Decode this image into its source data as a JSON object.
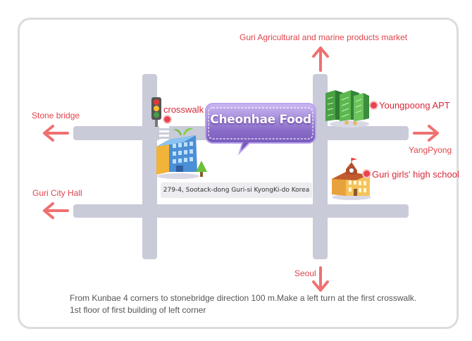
{
  "map": {
    "business_name": "Cheonhae Food",
    "address": "279-4, Sootack-dong Guri-si KyongKi-do Korea",
    "directions_line1": "From Kunbae 4 corners to stonebridge direction 100 m.Make a left turn at the first crosswalk.",
    "directions_line2": "1st floor of first building of left corner",
    "labels": {
      "north": "Guri Agricultural and marine products market",
      "west_upper": "Stone bridge",
      "west_lower": "Guri City Hall",
      "east": "YangPyong",
      "south": "Seoul",
      "crosswalk": "crosswalk",
      "apartment": "Youngpoong APT",
      "school": "Guri girls' high school"
    },
    "colors": {
      "road": "#c9cbd8",
      "arrow": "#f07070",
      "label": "#e0454c",
      "bubble": "#8a6cc8"
    },
    "icons": [
      "traffic-light-icon",
      "office-building-icon",
      "apartment-building-icon",
      "school-building-icon",
      "tree-icon",
      "location-pin-icon",
      "arrow-icon"
    ]
  }
}
